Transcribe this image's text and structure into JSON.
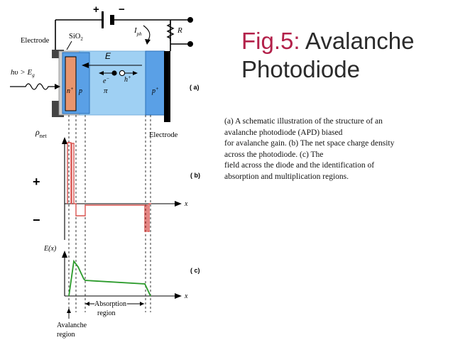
{
  "title": {
    "fig": "Fig.5:",
    "line1": "Avalanche",
    "line2": "Photodiode"
  },
  "caption": [
    "(a) A schematic illustration of the structure of an",
    "avalanche photodiode (APD) biased",
    "for avalanche gain. (b) The net space charge density",
    "across the photodiode. (c) The",
    "field across the diode and the identification of",
    "absorption and multiplication regions."
  ],
  "labels": {
    "electrode_top": "Electrode",
    "sio2": "SiO",
    "sio2_sub": "2",
    "iph": "I",
    "iph_sub": "ph",
    "r": "R",
    "battery_plus": "+",
    "battery_minus": "−",
    "field": "E",
    "electron": "e",
    "electron_sup": "−",
    "hole": "h",
    "hole_sup": "+",
    "photon": "hυ > E",
    "photon_sub": "g",
    "n_plus": "n",
    "n_sup": "+",
    "p": "p",
    "pi": "π",
    "p_plus": "p",
    "p_sup": "+",
    "electrode_bottom": "Electrode",
    "panel_a": "a",
    "panel_b": "b",
    "panel_c": "c",
    "rho": "ρ",
    "rho_sub": "net",
    "plus_sign": "+",
    "minus_sign": "−",
    "x_axis_b": "x",
    "ex": "E(x)",
    "x_axis_c": "x",
    "absorption_1": "Absorption",
    "absorption_2": "region",
    "avalanche_1": "Avalanche",
    "avalanche_2": "region"
  },
  "colors": {
    "n_region": "#e8956e",
    "p_region": "#5aa0e6",
    "pi_region": "#9fd0f3",
    "rho_curve": "#d9534f",
    "field_curve": "#2a9a2a",
    "title_accent": "#b3214a"
  }
}
